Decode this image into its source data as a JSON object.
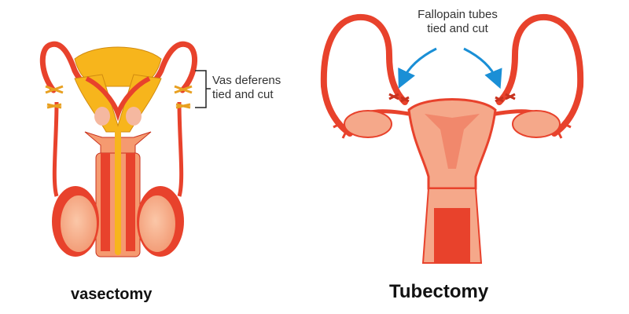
{
  "male": {
    "caption": "vasectomy",
    "label_line1": "Vas deferens",
    "label_line2": "tied and cut"
  },
  "female": {
    "caption": "Tubectomy",
    "label_line1": "Fallopain tubes",
    "label_line2": "tied and cut"
  },
  "colors": {
    "tube": "#e8422c",
    "outline": "#c8321e",
    "bladder": "#f7b51c",
    "skin": "#f5a88a",
    "arrow": "#1a8fd6"
  }
}
